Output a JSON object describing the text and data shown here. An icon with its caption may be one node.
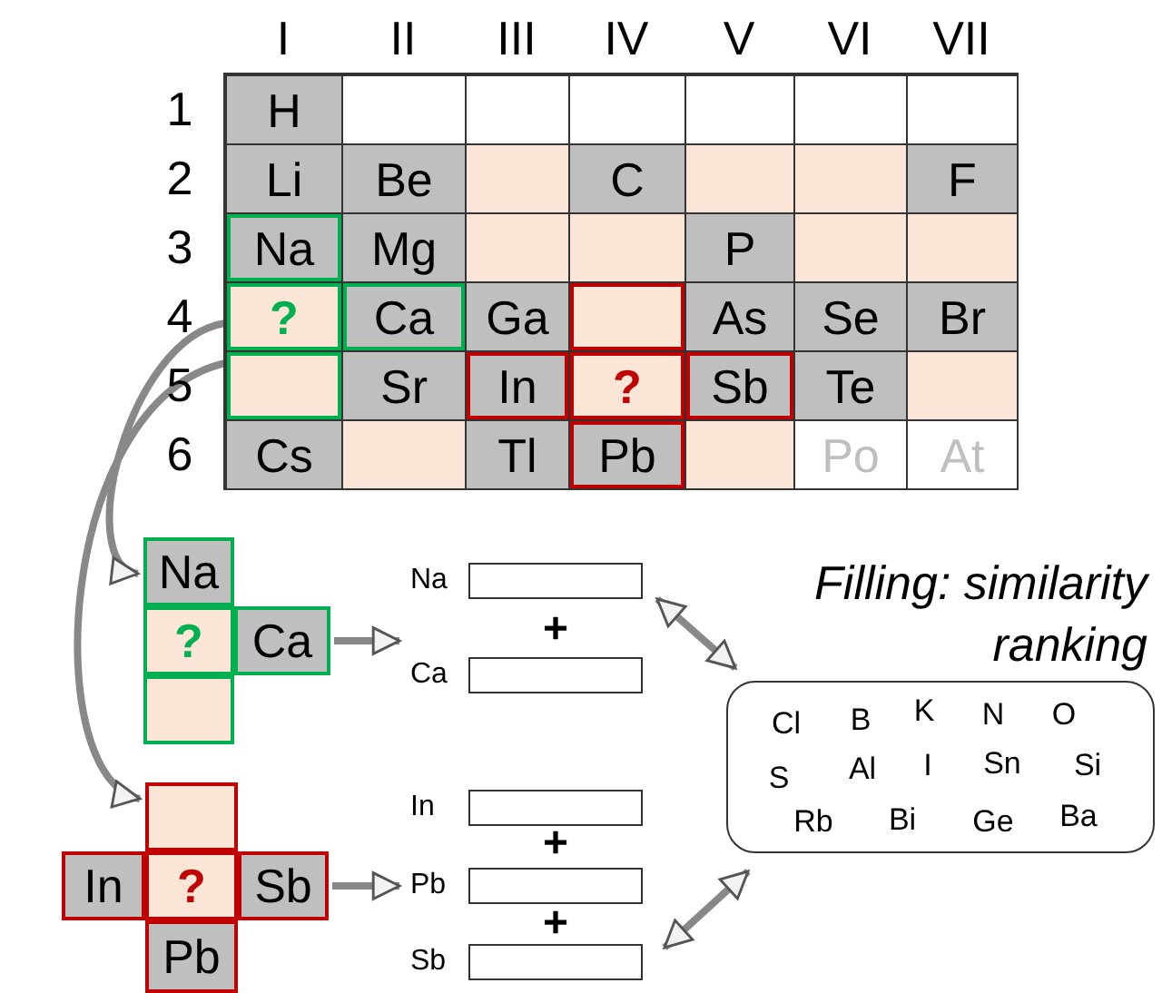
{
  "diagram": {
    "nodes": [
      {
        "text": [],
        "shape": "box"
      },
      {
        "text": [
          "Na",
          "?",
          "Ca"
        ]
      },
      {
        "text": [
          "In",
          "?",
          "Sb",
          "Pb"
        ]
      },
      {
        "text": [
          "Na",
          "+",
          "Ca"
        ]
      },
      {
        "text": [
          "In",
          "+",
          "Pb",
          "+",
          "Sb"
        ]
      },
      {
        "text": [
          "Filling: similarity ranking",
          "Cl",
          "B",
          "K",
          "N",
          "O",
          "S",
          "Al",
          "I",
          "Sn",
          "Si",
          "Rb",
          "Bi",
          "Ge",
          "Ba"
        ]
      }
    ],
    "edges": [
      {
        "from": 0,
        "to": 1,
        "arrow": "to"
      },
      {
        "from": 0,
        "to": 2,
        "arrow": "to"
      },
      {
        "from": 1,
        "to": 3,
        "arrow": "to"
      },
      {
        "from": 2,
        "to": 4,
        "arrow": "to"
      },
      {
        "from": 3,
        "to": 5,
        "arrow": "both"
      },
      {
        "from": 4,
        "to": 5,
        "arrow": "both"
      }
    ],
    "labels": [
      "I",
      "II",
      "III",
      "IV",
      "V",
      "VI",
      "VII",
      "1",
      "H",
      "2",
      "Li",
      "Be",
      "C",
      "F",
      "3",
      "Na",
      "Mg",
      "P",
      "4",
      "?",
      "Ca",
      "Ga",
      "As",
      "Se",
      "Br",
      "5",
      "Sr",
      "In",
      "?",
      "Sb",
      "Te",
      "6",
      "Cs",
      "Tl",
      "Pb",
      "Po",
      "At"
    ]
  }
}
